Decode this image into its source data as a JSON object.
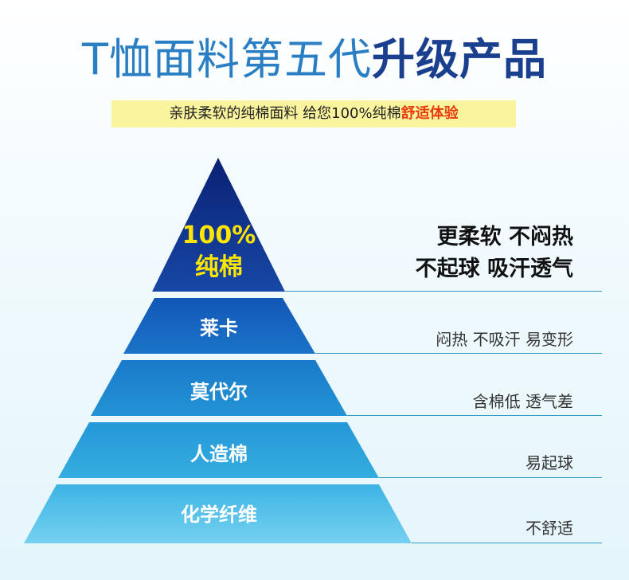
{
  "title": {
    "light": "T恤面料第五代",
    "bold": "升级产品"
  },
  "subtitle": {
    "main": "亲肤柔软的纯棉面料 给您100%纯棉",
    "highlight": "舒适体验"
  },
  "pyramid": {
    "top": {
      "label_line1": "100%",
      "label_line2": "纯棉",
      "desc_line1": "更柔软 不闷热",
      "desc_line2": "不起球 吸汗透气"
    },
    "levels": [
      {
        "label": "莱卡",
        "desc": "闷热 不吸汗 易变形"
      },
      {
        "label": "莫代尔",
        "desc": "含棉低 透气差"
      },
      {
        "label": "人造棉",
        "desc": "易起球"
      },
      {
        "label": "化学纤维",
        "desc": "不舒适"
      }
    ]
  },
  "colors": {
    "title_light": "#2a7fc4",
    "title_bold": "#1a3f8f",
    "subtitle_bg": "#fbf49e",
    "highlight": "#e63b0c",
    "top_label": "#ffe600"
  }
}
